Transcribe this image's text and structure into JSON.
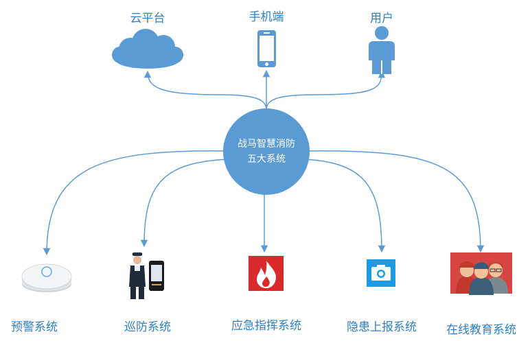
{
  "center": {
    "line1": "战马智慧消防",
    "line2": "五大系统"
  },
  "top_nodes": [
    {
      "label": "云平台",
      "icon": "cloud-icon"
    },
    {
      "label": "手机端",
      "icon": "smartphone-icon"
    },
    {
      "label": "用户",
      "icon": "user-icon"
    }
  ],
  "bottom_nodes": [
    {
      "label": "预警系统",
      "icon": "smoke-detector-icon"
    },
    {
      "label": "巡防系统",
      "icon": "patrol-guard-icon"
    },
    {
      "label": "应急指挥系统",
      "icon": "fire-icon"
    },
    {
      "label": "隐患上报系统",
      "icon": "camera-icon"
    },
    {
      "label": "在线教育系统",
      "icon": "firefighters-icon"
    }
  ],
  "colors": {
    "accent": "#5b9bd5",
    "label": "#2f7fc4",
    "fire": "#d92b2b",
    "camera": "#1a9be6"
  }
}
